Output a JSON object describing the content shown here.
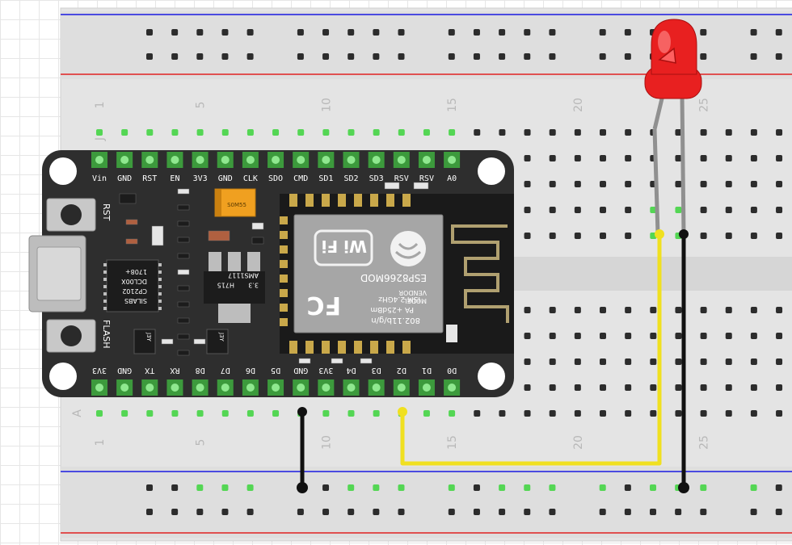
{
  "breadboard": {
    "column_numbers": [
      "1",
      "5",
      "10",
      "15",
      "20",
      "25"
    ],
    "row_letters": {
      "top": "J",
      "bottom": "A"
    },
    "colors": {
      "board": "#e4e4e4",
      "rail_blue": "#4a4ae0",
      "rail_red": "#e05050",
      "hole": "#2c2c2c",
      "active_hole": "#54d654"
    }
  },
  "nodemcu": {
    "top_pins": [
      "Vin",
      "GND",
      "RST",
      "EN",
      "3V3",
      "GND",
      "CLK",
      "SDO",
      "CMD",
      "SD1",
      "SD2",
      "SD3",
      "RSV",
      "RSV",
      "A0"
    ],
    "bottom_pins": [
      "3V3",
      "GND",
      "TX",
      "RX",
      "D8",
      "D7",
      "D6",
      "D5",
      "GND",
      "3V3",
      "D4",
      "D3",
      "D2",
      "D1",
      "D0"
    ],
    "buttons": [
      "RST",
      "FLASH"
    ],
    "usb_chip": [
      "SILABS",
      "CP2102",
      "DCL00X",
      "1708+"
    ],
    "regulator": [
      "AMS1117",
      "3.3",
      "H715"
    ],
    "capacitor": "S0M55",
    "transistor_labels": [
      "J3Y",
      "J3Y"
    ],
    "esp_module": {
      "vendor": "VENDOR",
      "model_label": "MODEL",
      "model": "ESP8266MOD",
      "ism": "ISM 2.4GHz",
      "pa": "PA +25dBm",
      "standard": "802.11b/g/n",
      "wifi": "Wi Fi",
      "fc": "FC"
    },
    "colors": {
      "pcb": "#2e2e2e",
      "header": "#3c9a3c",
      "shield": "#a6a6a6"
    }
  },
  "led": {
    "color": "#e82020"
  },
  "wires": {
    "signal": "#f0e020",
    "ground": "#111111"
  }
}
